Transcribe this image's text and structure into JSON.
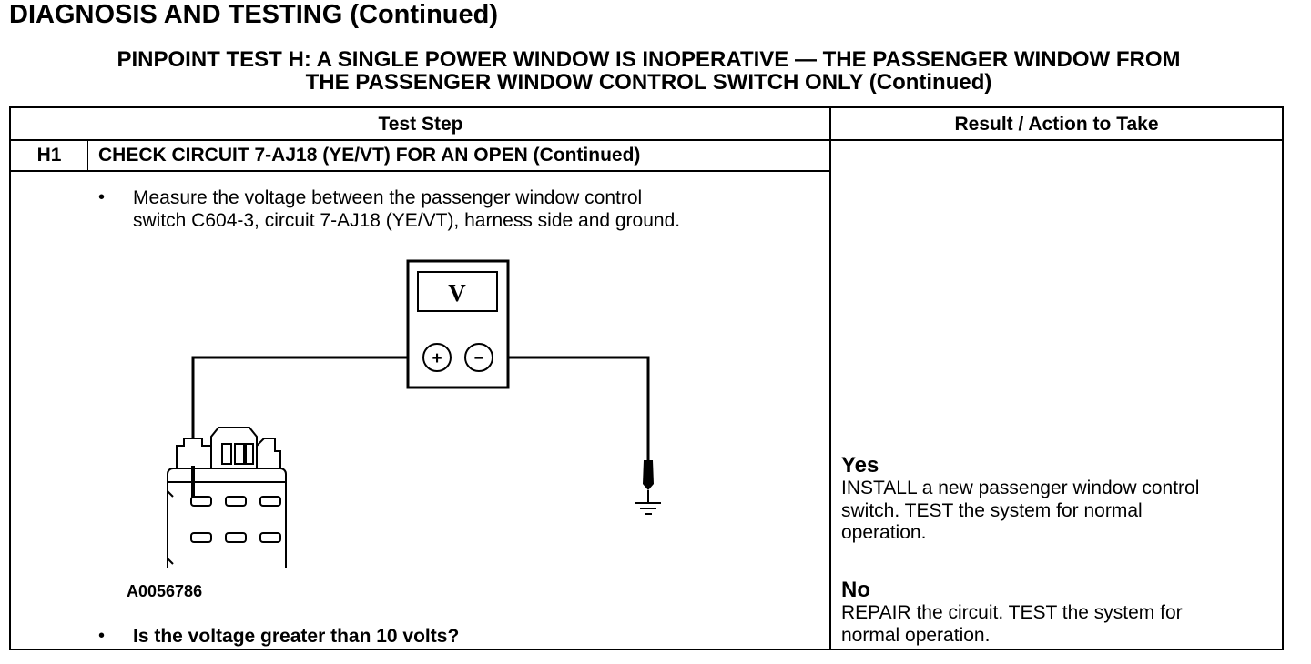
{
  "section_title": "DIAGNOSIS AND TESTING (Continued)",
  "test_title_line1": "PINPOINT TEST  H: A SINGLE POWER WINDOW IS INOPERATIVE — THE PASSENGER WINDOW FROM",
  "test_title_line2": "THE PASSENGER WINDOW CONTROL SWITCH ONLY (Continued)",
  "table": {
    "col_test_step": "Test Step",
    "col_result": "Result / Action to Take",
    "step_id": "H1",
    "step_heading": "CHECK CIRCUIT 7-AJ18 (YE/VT) FOR AN OPEN (Continued)",
    "bullet_glyph": "•",
    "instruction_line1": "Measure the voltage between the passenger window control",
    "instruction_line2": "switch C604-3, circuit 7-AJ18 (YE/VT), harness side and ground.",
    "figure_id": "A0056786",
    "question": "Is the voltage greater than 10 volts?"
  },
  "meter": {
    "display": "V",
    "plus": "+",
    "minus": "−"
  },
  "results": {
    "yes_label": "Yes",
    "yes_line1": "INSTALL a new passenger window control",
    "yes_line2": "switch. TEST the system for normal",
    "yes_line3": "operation.",
    "no_label": "No",
    "no_line1": "REPAIR the circuit. TEST the system for",
    "no_line2": "normal operation."
  }
}
